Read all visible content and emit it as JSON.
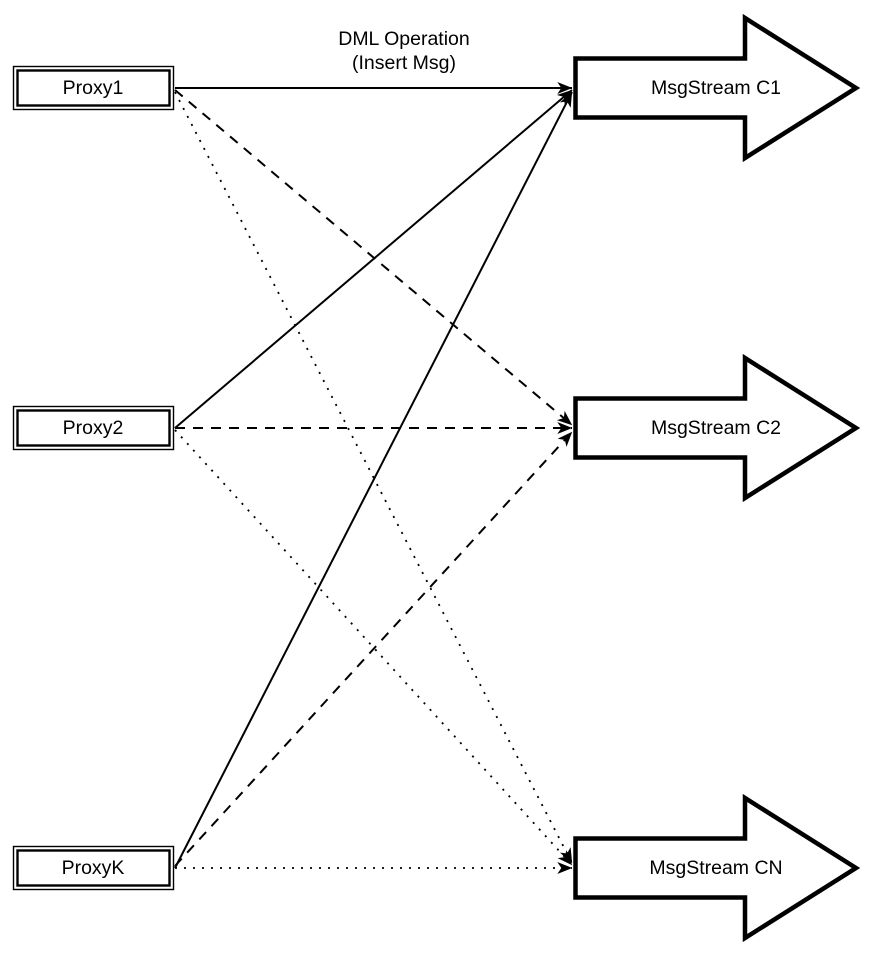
{
  "colors": {
    "ink": "#000000",
    "paper": "#ffffff"
  },
  "title": {
    "line1": "DML Operation",
    "line2": "(Insert Msg)"
  },
  "proxies": [
    {
      "label": "Proxy1"
    },
    {
      "label": "Proxy2"
    },
    {
      "label": "ProxyK"
    }
  ],
  "streams": [
    {
      "label": "MsgStream C1"
    },
    {
      "label": "MsgStream C2"
    },
    {
      "label": "MsgStream CN"
    }
  ],
  "connections": [
    {
      "from": "Proxy1",
      "to": "MsgStream C1",
      "line_style": "solid"
    },
    {
      "from": "Proxy2",
      "to": "MsgStream C1",
      "line_style": "solid"
    },
    {
      "from": "ProxyK",
      "to": "MsgStream C1",
      "line_style": "solid"
    },
    {
      "from": "Proxy1",
      "to": "MsgStream C2",
      "line_style": "dashed"
    },
    {
      "from": "Proxy2",
      "to": "MsgStream C2",
      "line_style": "dashed"
    },
    {
      "from": "ProxyK",
      "to": "MsgStream C2",
      "line_style": "dashed"
    },
    {
      "from": "Proxy1",
      "to": "MsgStream CN",
      "line_style": "dotted"
    },
    {
      "from": "Proxy2",
      "to": "MsgStream CN",
      "line_style": "dotted"
    },
    {
      "from": "ProxyK",
      "to": "MsgStream CN",
      "line_style": "dotted"
    }
  ]
}
